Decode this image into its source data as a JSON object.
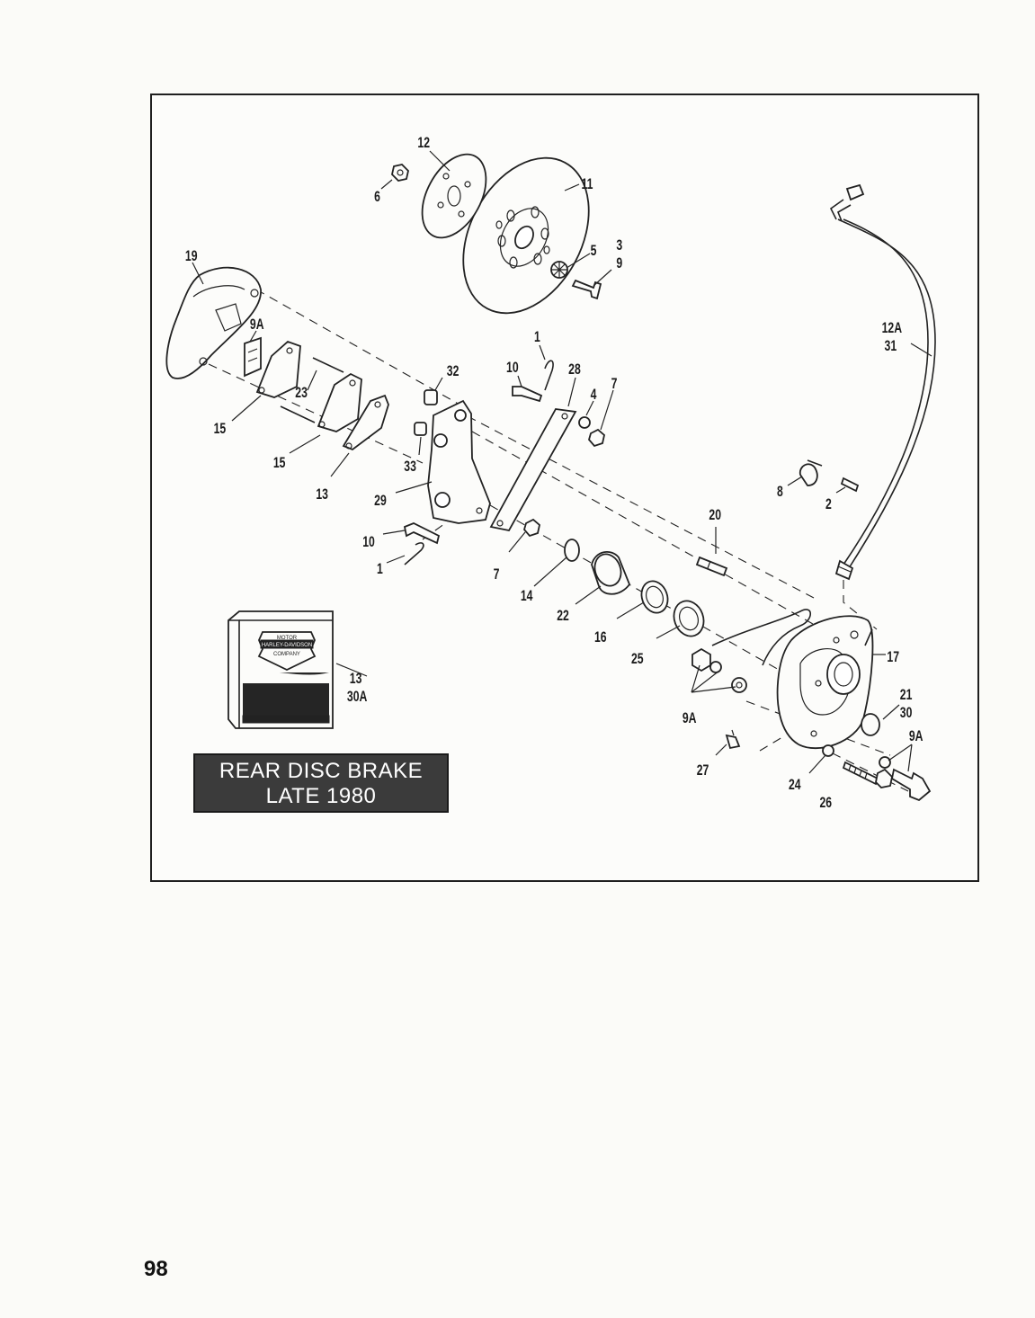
{
  "callouts": [
    {
      "id": "c12",
      "text": "12"
    },
    {
      "id": "c11",
      "text": "11"
    },
    {
      "id": "c6",
      "text": "6"
    },
    {
      "id": "c5",
      "text": "5"
    },
    {
      "id": "c3",
      "text": "3"
    },
    {
      "id": "c9",
      "text": "9"
    },
    {
      "id": "c19",
      "text": "19"
    },
    {
      "id": "c9a-1",
      "text": "9A"
    },
    {
      "id": "c12a",
      "text": "12A"
    },
    {
      "id": "c31",
      "text": "31"
    },
    {
      "id": "c1-1",
      "text": "1"
    },
    {
      "id": "c10-1",
      "text": "10"
    },
    {
      "id": "c28",
      "text": "28"
    },
    {
      "id": "c4",
      "text": "4"
    },
    {
      "id": "c7-1",
      "text": "7"
    },
    {
      "id": "c32",
      "text": "32"
    },
    {
      "id": "c23",
      "text": "23"
    },
    {
      "id": "c15-1",
      "text": "15"
    },
    {
      "id": "c15-2",
      "text": "15"
    },
    {
      "id": "c33",
      "text": "33"
    },
    {
      "id": "c13-1",
      "text": "13"
    },
    {
      "id": "c29",
      "text": "29"
    },
    {
      "id": "c8",
      "text": "8"
    },
    {
      "id": "c2",
      "text": "2"
    },
    {
      "id": "c20",
      "text": "20"
    },
    {
      "id": "c10-2",
      "text": "10"
    },
    {
      "id": "c1-2",
      "text": "1"
    },
    {
      "id": "c7-2",
      "text": "7"
    },
    {
      "id": "c14",
      "text": "14"
    },
    {
      "id": "c22",
      "text": "22"
    },
    {
      "id": "c16",
      "text": "16"
    },
    {
      "id": "c25",
      "text": "25"
    },
    {
      "id": "c17",
      "text": "17"
    },
    {
      "id": "c13-2",
      "text": "13"
    },
    {
      "id": "c30a",
      "text": "30A"
    },
    {
      "id": "c9a-2",
      "text": "9A"
    },
    {
      "id": "c21",
      "text": "21"
    },
    {
      "id": "c30",
      "text": "30"
    },
    {
      "id": "c9a-3",
      "text": "9A"
    },
    {
      "id": "c27",
      "text": "27"
    },
    {
      "id": "c24",
      "text": "24"
    },
    {
      "id": "c26",
      "text": "26"
    }
  ],
  "title_box": {
    "line1": "REAR DISC BRAKE",
    "line2": "LATE 1980"
  },
  "logo": {
    "top": "MOTOR",
    "middle": "HARLEY-DAVIDSON",
    "bottom": "COMPANY"
  },
  "page_number": "98"
}
